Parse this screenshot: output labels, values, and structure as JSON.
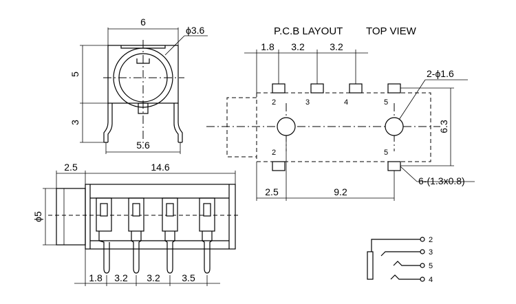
{
  "header": {
    "pcb_layout": "P.C.B LAYOUT",
    "top_view": "TOP VIEW"
  },
  "front_view": {
    "width_dim": "6",
    "hole_dim": "ϕ3.6",
    "height_dim": "5",
    "pin_len_dim": "3",
    "pin_span_dim": "5.6"
  },
  "side_view": {
    "front_len_dim": "2.5",
    "body_len_dim": "14.6",
    "diameter_dim": "ϕ5",
    "pitch_dims": [
      "1.8",
      "3.2",
      "3.2",
      "3.5"
    ]
  },
  "pcb_view": {
    "pitch_dims": [
      "1.8",
      "3.2",
      "3.2"
    ],
    "hole_note": "2-ϕ1.6",
    "width_dim": "6.3",
    "pad_note": "6-(1.3x0.8)",
    "bottom_dims": [
      "2.5",
      "9.2"
    ],
    "pin_labels_top": [
      "2",
      "3",
      "4",
      "5"
    ],
    "pin_labels_bottom": [
      "2",
      "5"
    ]
  },
  "schematic": {
    "pins": [
      "2",
      "3",
      "5",
      "4"
    ]
  }
}
